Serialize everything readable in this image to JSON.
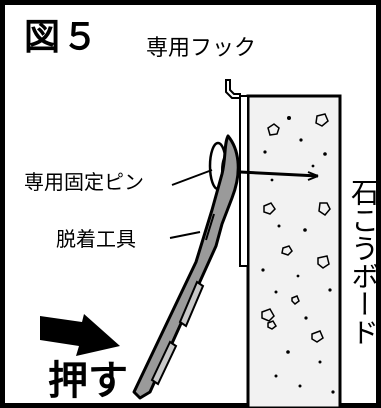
{
  "figure": {
    "title": "図５"
  },
  "labels": {
    "hook": "専用フック",
    "pin": "専用固定ピン",
    "tool": "脱着工具",
    "push": "押す",
    "board": "石こうボード"
  }
}
